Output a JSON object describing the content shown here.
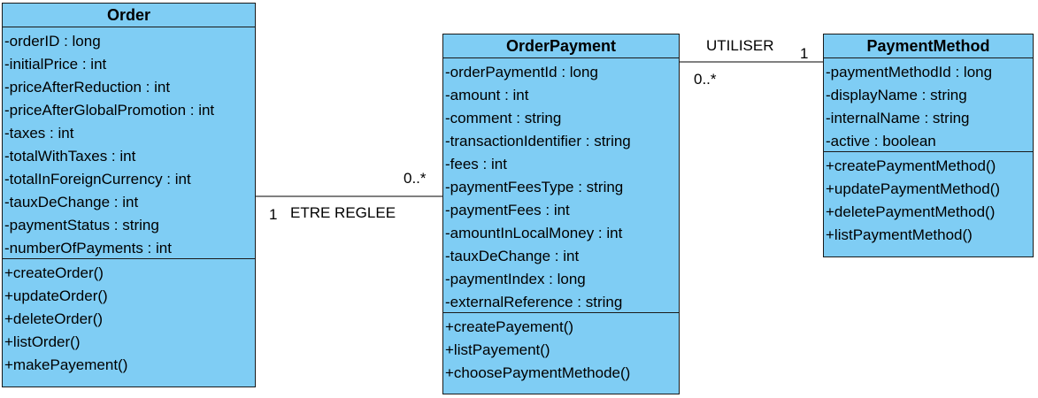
{
  "classes": {
    "order": {
      "name": "Order",
      "attributes": [
        "-orderID : long",
        "-initialPrice : int",
        "-priceAfterReduction : int",
        "-priceAfterGlobalPromotion : int",
        "-taxes : int",
        "-totalWithTaxes : int",
        "-totalInForeignCurrency : int",
        "-tauxDeChange : int",
        "-paymentStatus : string",
        "-numberOfPayments : int"
      ],
      "methods": [
        "+createOrder()",
        "+updateOrder()",
        "+deleteOrder()",
        "+listOrder()",
        "+makePayement()"
      ]
    },
    "orderpayment": {
      "name": "OrderPayment",
      "attributes": [
        "-orderPaymentId : long",
        "-amount : int",
        "-comment : string",
        "-transactionIdentifier : string",
        "-fees : int",
        "-paymentFeesType : string",
        "-paymentFees : int",
        "-amountInLocalMoney : int",
        "-tauxDeChange : int",
        "-paymentIndex : long",
        "-externalReference : string"
      ],
      "methods": [
        "+createPayement()",
        "+listPayement()",
        "+choosePaymentMethode()"
      ]
    },
    "paymentmethod": {
      "name": "PaymentMethod",
      "attributes": [
        "-paymentMethodId : long",
        "-displayName : string",
        "-internalName : string",
        "-active : boolean"
      ],
      "methods": [
        "+createPaymentMethod()",
        "+updatePaymentMethod()",
        "+deletePaymentMethod()",
        "+listPaymentMethod()"
      ]
    }
  },
  "associations": {
    "order_orderpayment": {
      "label": "ETRE REGLEE",
      "mult_order": "1",
      "mult_orderpayment": "0..*"
    },
    "orderpayment_paymentmethod": {
      "label": "UTILISER",
      "mult_paymentmethod": "1",
      "mult_orderpayment": "0..*"
    }
  },
  "colors": {
    "class_fill": "#7fcdf4",
    "border": "#1a1a1a",
    "line": "#000000"
  }
}
